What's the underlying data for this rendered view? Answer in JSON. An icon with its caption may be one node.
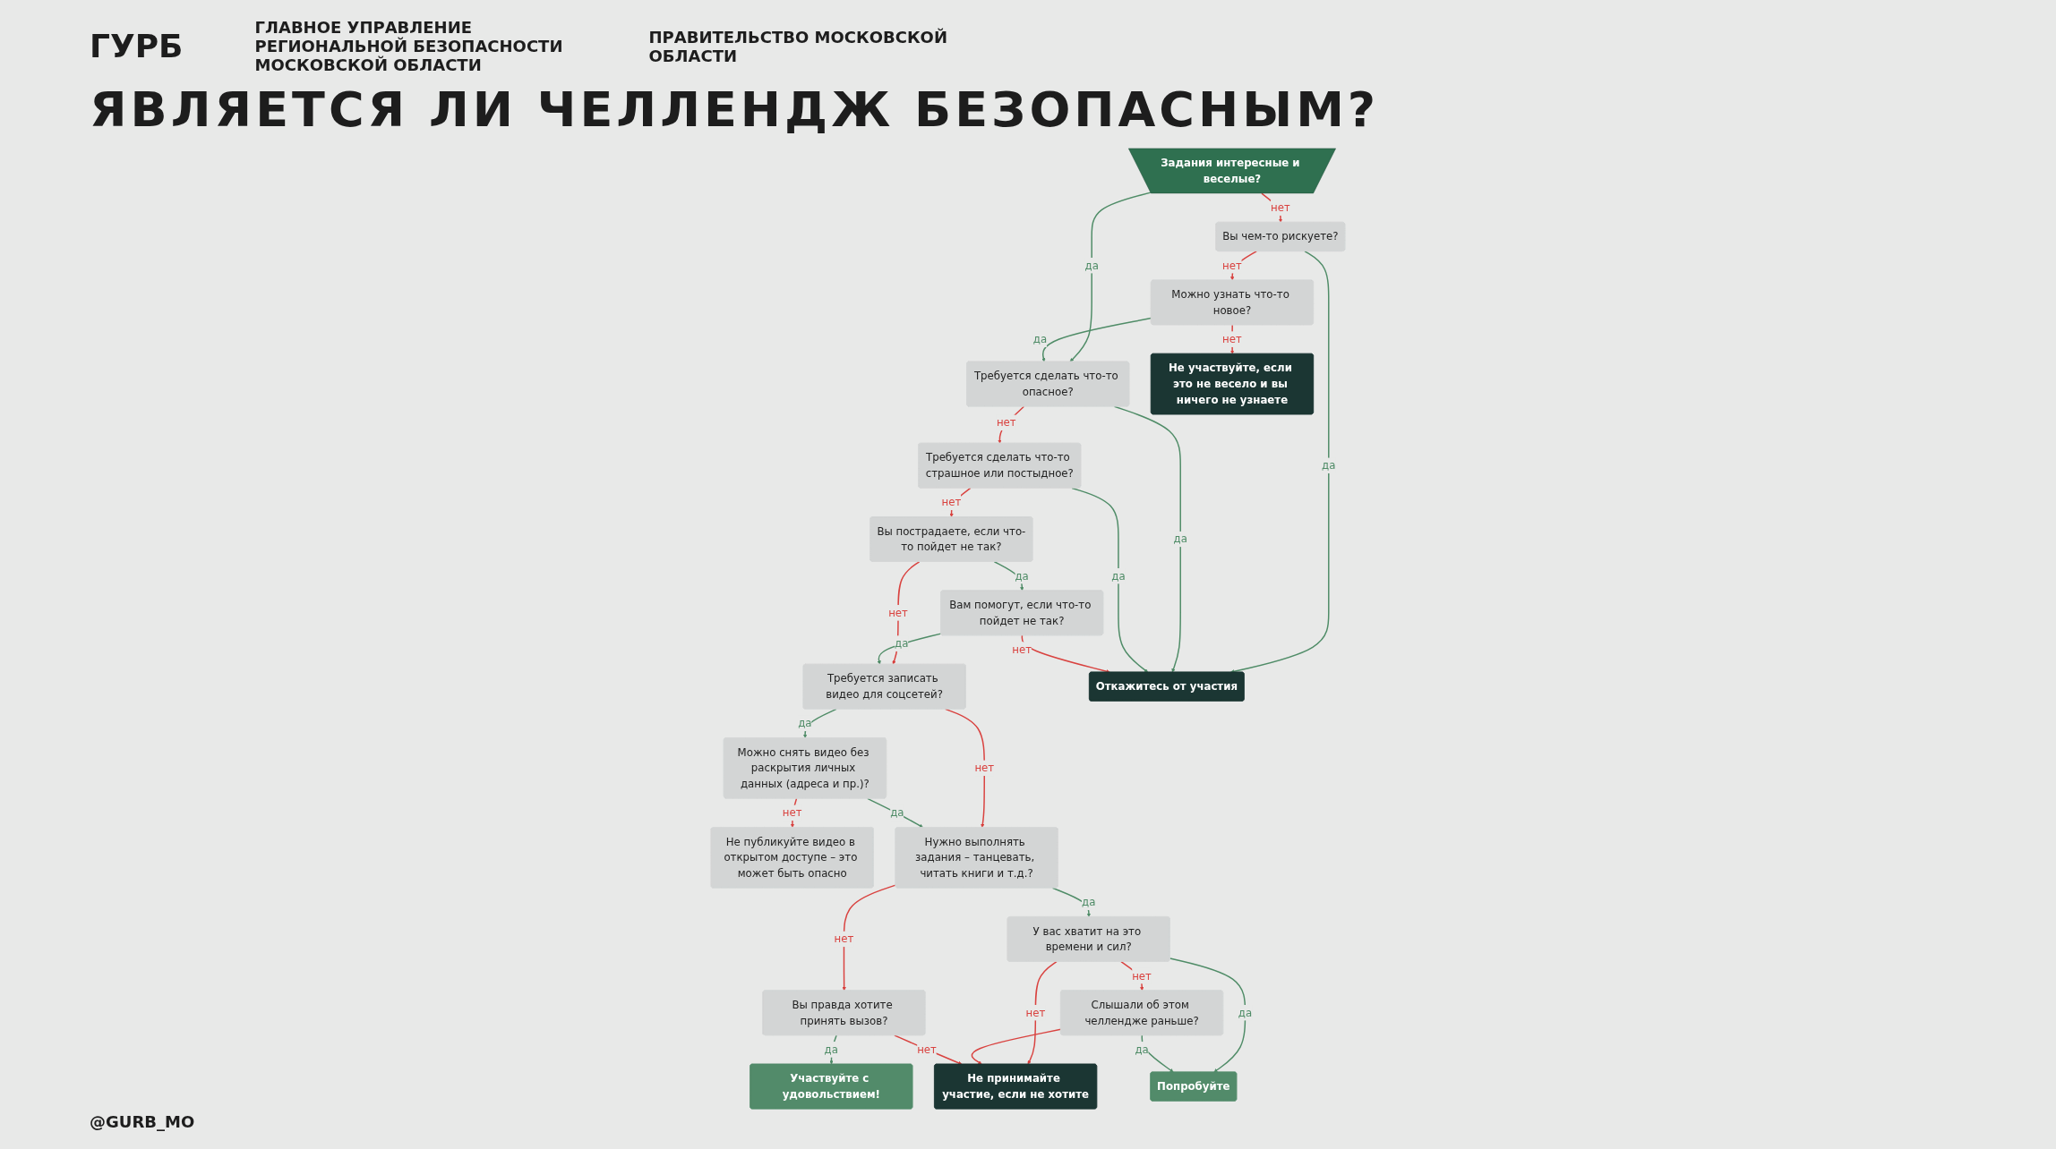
{
  "diagram": {
    "title": "ЯВЛЯЕТСЯ ЛИ ЧЕЛЛЕНДЖ БЕЗОПАСНЫМ?",
    "nodes": [
      {
        "text": [
          "Задания интересные и веселые?"
        ]
      },
      {
        "text": [
          "Требуется сделать что-то опасное?"
        ]
      },
      {
        "text": [
          "Требуется сделать что-то страшное или постыдное?"
        ]
      },
      {
        "text": [
          "Вы пострадаете, если что-то пойдет не так?"
        ]
      },
      {
        "text": [
          "Требуется записать видео для соцсетей?"
        ]
      },
      {
        "text": [
          "Вы чем-то рискуете?"
        ]
      },
      {
        "text": [
          "Вам помогут, если что-то пойдет не так?"
        ]
      },
      {
        "text": [
          "Не публикуйте видео в открытом доступе – это может быть опасно"
        ]
      },
      {
        "text": [
          "Можно снять видео без раскрытия личных данных (адреса и пр.)?"
        ]
      },
      {
        "text": [
          "У вас хватит на это времени и сил?"
        ]
      },
      {
        "text": [
          "Можно узнать что-то новое?"
        ]
      },
      {
        "text": [
          "Слышали об этом челлендже раньше?"
        ]
      },
      {
        "text": [
          "Вы правда хотите принять вызов?"
        ]
      },
      {
        "text": [
          "Нужно выполнять задания – танцевать, читать книги и т.д.?"
        ]
      },
      {
        "text": [
          "Не участвуйте, если это не весело и вы ничего не узнаете"
        ]
      },
      {
        "text": [
          "Откажитесь от участия"
        ]
      },
      {
        "text": [
          "Попробуйте"
        ]
      },
      {
        "text": [
          "Не принимайте участие, если не хотите"
        ]
      },
      {
        "text": [
          "Участвуйте с удовольствием!"
        ]
      }
    ],
    "edges": [
      {
        "from": 0,
        "to": 1,
        "arrow": "to",
        "label": "да",
        "color": "#4f8c67"
      },
      {
        "from": 0,
        "to": 5,
        "arrow": "to",
        "label": "нет"
      },
      {
        "from": 5,
        "to": 10,
        "arrow": "to",
        "label": "нет"
      },
      {
        "from": 5,
        "to": 15,
        "arrow": "to",
        "label": "да",
        "color": "#4f8c67"
      },
      {
        "from": 10,
        "to": 1,
        "arrow": "to",
        "label": "да",
        "color": "#4f8c67"
      },
      {
        "from": 10,
        "to": 14,
        "arrow": "to",
        "label": "нет"
      },
      {
        "from": 1,
        "to": 2,
        "arrow": "to",
        "label": "нет"
      },
      {
        "from": 1,
        "to": 15,
        "arrow": "to",
        "label": "да",
        "color": "#4f8c67"
      },
      {
        "from": 2,
        "to": 3,
        "arrow": "to",
        "label": "нет"
      },
      {
        "from": 2,
        "to": 15,
        "arrow": "to",
        "label": "да",
        "color": "#4f8c67"
      },
      {
        "from": 3,
        "to": 4,
        "arrow": "to",
        "label": "нет"
      },
      {
        "from": 3,
        "to": 6,
        "arrow": "to",
        "label": "да",
        "color": "#4f8c67"
      },
      {
        "from": 6,
        "to": 15,
        "arrow": "to",
        "label": "нет"
      },
      {
        "from": 6,
        "to": 4,
        "arrow": "to",
        "label": "да",
        "color": "#4f8c67"
      },
      {
        "from": 4,
        "to": 13,
        "arrow": "to",
        "label": "нет"
      },
      {
        "from": 4,
        "to": 8,
        "arrow": "to",
        "label": "да",
        "color": "#4f8c67"
      },
      {
        "from": 8,
        "to": 7,
        "arrow": "to",
        "label": "нет"
      },
      {
        "from": 8,
        "to": 13,
        "arrow": "to",
        "label": "да",
        "color": "#4f8c67"
      },
      {
        "from": 13,
        "to": 12,
        "arrow": "to",
        "label": "нет"
      },
      {
        "from": 13,
        "to": 9,
        "arrow": "to",
        "label": "да",
        "color": "#4f8c67"
      },
      {
        "from": 9,
        "to": 11,
        "arrow": "to",
        "label": "нет"
      },
      {
        "from": 9,
        "to": 17,
        "arrow": "to",
        "label": "нет"
      },
      {
        "from": 9,
        "to": 16,
        "arrow": "to",
        "label": "да",
        "color": "#4f8c67"
      },
      {
        "from": 11,
        "to": 16,
        "arrow": "to",
        "label": "да",
        "color": "#4f8c67"
      },
      {
        "from": 11,
        "to": 17,
        "arrow": "to"
      },
      {
        "from": 12,
        "to": 17,
        "arrow": "to",
        "label": "нет"
      },
      {
        "from": 12,
        "to": 18,
        "arrow": "to",
        "label": "да",
        "color": "#4f8c67"
      }
    ],
    "labels": [
      "ГУРБ",
      "ГЛАВНОЕ УПРАВЛЕНИЕ РЕГИОНАЛЬНОЙ БЕЗОПАСНОСТИ МОСКОВСКОЙ ОБЛАСТИ",
      "ПРАВИТЕЛЬСТВО МОСКОВСКОЙ ОБЛАСТИ",
      "@GURB_MO"
    ]
  }
}
